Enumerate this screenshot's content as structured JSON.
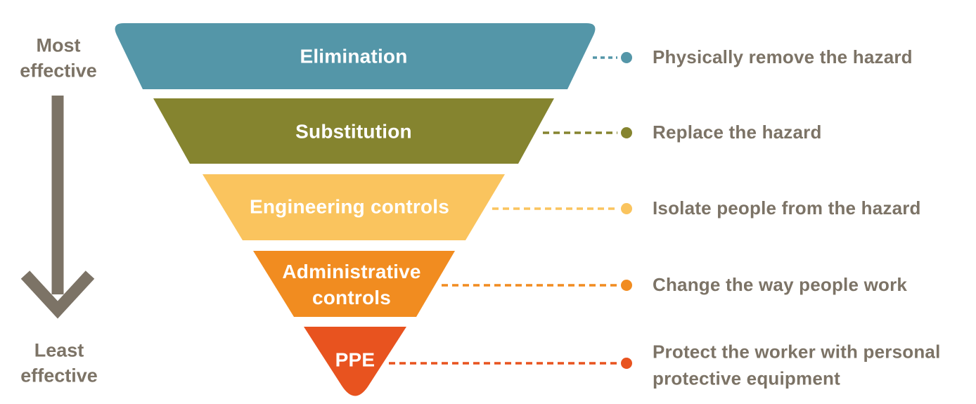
{
  "scale": {
    "most_label": "Most effective",
    "least_label": "Least effective"
  },
  "levels": [
    {
      "label": "Elimination",
      "description": "Physically remove the hazard",
      "color": "#5496a8"
    },
    {
      "label": "Substitution",
      "description": "Replace the hazard",
      "color": "#85842f"
    },
    {
      "label": "Engineering controls",
      "description": "Isolate people from the hazard",
      "color": "#fac45e"
    },
    {
      "label": "Administrative controls",
      "description": "Change the way people work",
      "color": "#f18c20"
    },
    {
      "label": "PPE",
      "description": "Protect the worker with personal protective equipment",
      "color": "#e8531f"
    }
  ],
  "colors": {
    "arrow": "#7c7366",
    "text": "#7c7366",
    "band_label_text": "#ffffff",
    "background": "#ffffff"
  }
}
